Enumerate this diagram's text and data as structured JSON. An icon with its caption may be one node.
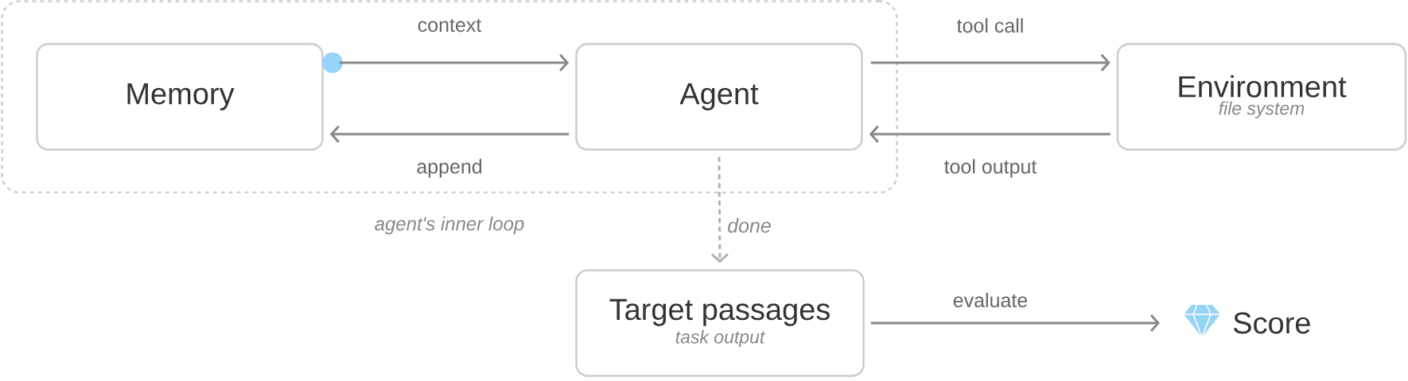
{
  "diagram": {
    "nodes": [
      {
        "text": [
          "agent's inner loop"
        ]
      },
      {
        "text": [
          "Memory"
        ],
        "in": 0
      },
      {
        "text": [
          "Agent"
        ],
        "in": 0
      },
      {
        "text": [
          "Environment",
          "file system"
        ]
      },
      {
        "text": [
          "Target passages",
          "task output"
        ]
      },
      {
        "text": [
          "Score"
        ]
      }
    ],
    "edges": [
      {
        "from": 1,
        "to": 2,
        "arrow": "to",
        "label": "context"
      },
      {
        "from": 2,
        "to": 1,
        "arrow": "to",
        "label": "append"
      },
      {
        "from": 2,
        "to": 3,
        "arrow": "to",
        "label": "tool call"
      },
      {
        "from": 3,
        "to": 2,
        "arrow": "to",
        "label": "tool output"
      },
      {
        "from": 2,
        "to": 4,
        "arrow": "to",
        "label": "done",
        "style": "dashed",
        "color": "#b0b0b0"
      },
      {
        "from": 4,
        "to": 5,
        "arrow": "to",
        "label": "evaluate"
      }
    ]
  }
}
